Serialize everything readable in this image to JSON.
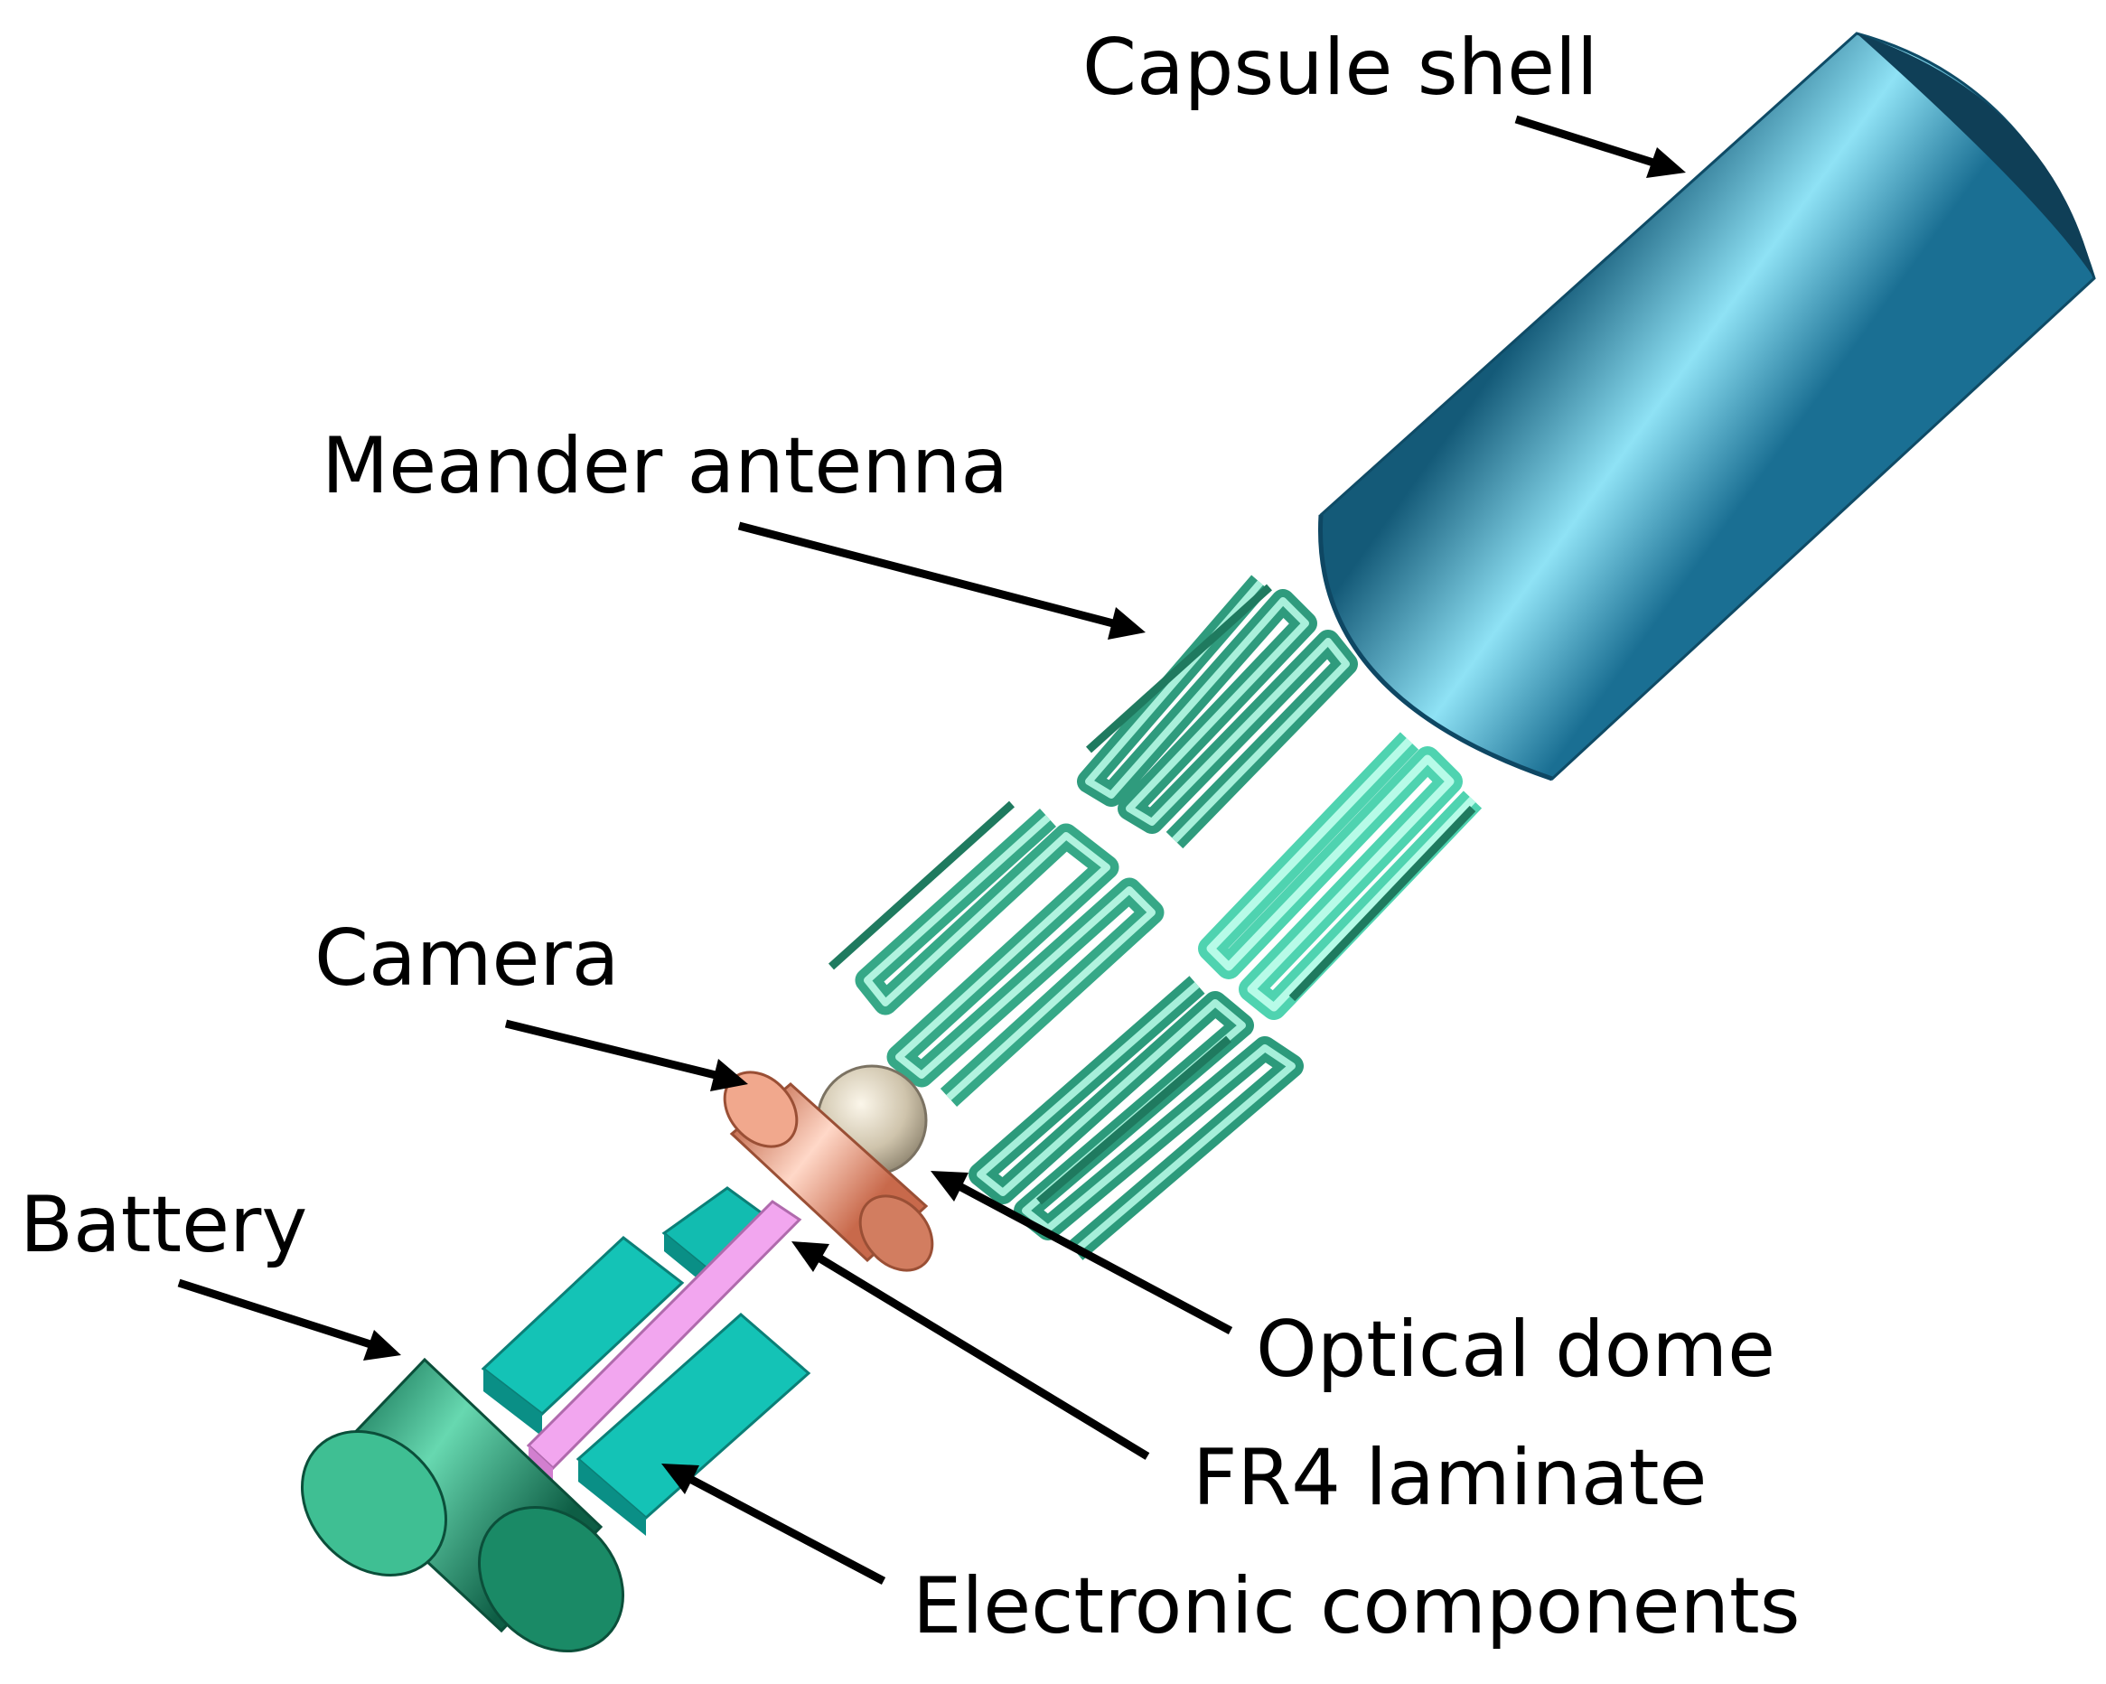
{
  "labels": {
    "capsule_shell": "Capsule shell",
    "meander_antenna": "Meander antenna",
    "camera": "Camera",
    "battery": "Battery",
    "optical_dome": "Optical dome",
    "fr4_laminate": "FR4 laminate",
    "electronic_components": "Electronic components"
  },
  "colors": {
    "capsule_shell": "#2f8fb3",
    "meander_antenna": "#3fbf9f",
    "camera": "#e99779",
    "optical_dome": "#d6ccb6",
    "fr4_laminate": "#f2a6ef",
    "electronic_components": "#14c3b6",
    "battery": "#1f9a73",
    "text": "#000000"
  }
}
